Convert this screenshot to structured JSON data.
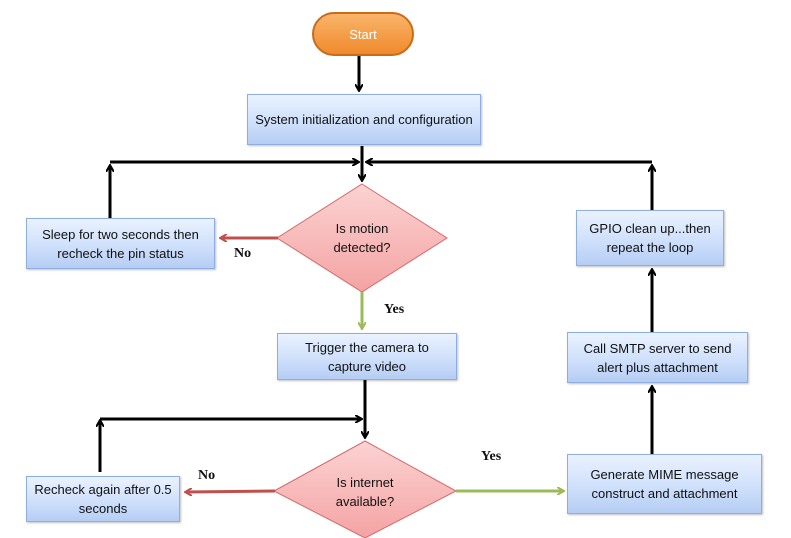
{
  "nodes": {
    "start": "Start",
    "init": "System  initialization and configuration",
    "sleep": "Sleep for two seconds then recheck the pin status",
    "motion": "Is motion detected?",
    "gpio": "GPIO clean up...then repeat the loop",
    "trigger": "Trigger the camera to capture video",
    "smtp": "Call SMTP server to send alert plus attachment",
    "recheck": "Recheck again after 0.5 seconds",
    "internet": "Is internet available?",
    "mime": "Generate MIME  message construct and attachment"
  },
  "labels": {
    "motion_no": "No",
    "motion_yes": "Yes",
    "internet_no": "No",
    "internet_yes": "Yes"
  },
  "colors": {
    "arrow": "#000000",
    "no_arrow": "#c0504d",
    "yes_arrow": "#9bbb59",
    "decision_fill": "#f7b6b6",
    "decision_stroke": "#d46a6a"
  }
}
